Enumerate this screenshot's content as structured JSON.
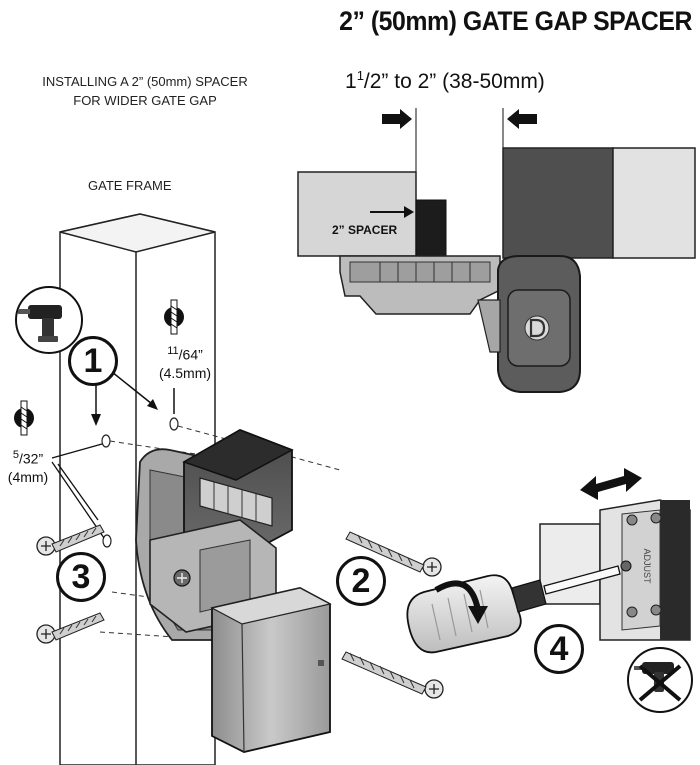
{
  "title": "2” (50mm) GATE GAP SPACER",
  "subtitle_line1": "INSTALLING A 2” (50mm) SPACER",
  "subtitle_line2": "FOR WIDER GATE GAP",
  "gate_frame_label": "GATE FRAME",
  "gap_label_whole": "1",
  "gap_label_sup": "1",
  "gap_label_rest": "/2” to 2” (38-50mm)",
  "spacer_label": "2” SPACER",
  "drill_large": {
    "num": "11",
    "den": "/64”",
    "metric": "(4.5mm)"
  },
  "drill_small": {
    "num": "5",
    "den": "/32”",
    "metric": "(4mm)"
  },
  "steps": [
    "1",
    "2",
    "3",
    "4"
  ],
  "adjust_label": "ADJUST",
  "icons": [
    "drill-icon",
    "drill-bit-icon",
    "screwdriver-icon",
    "no-drill-icon",
    "double-arrow-icon",
    "rotate-arrow-icon",
    "screw-icon",
    "d-logo-icon"
  ]
}
